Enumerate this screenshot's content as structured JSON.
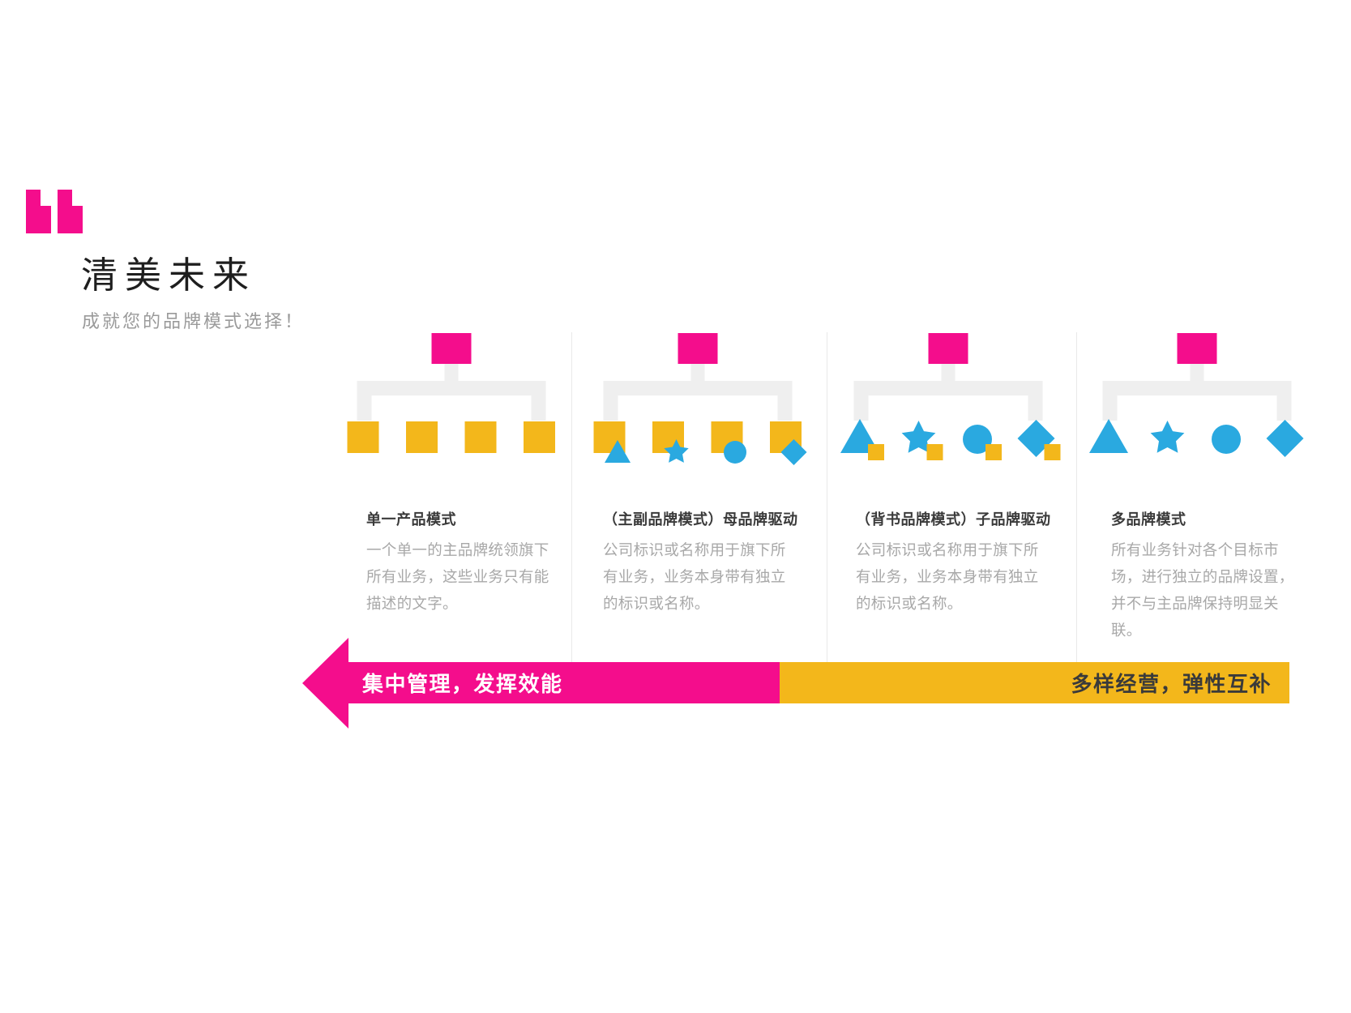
{
  "header": {
    "title": "清美未来",
    "subtitle": "成就您的品牌模式选择！"
  },
  "columns": [
    {
      "heading": "单一产品模式",
      "description": "一个单一的主品牌统领旗下\n所有业务，这些业务只有能\n描述的文字。",
      "tree": {
        "parent": "pink-rectangle",
        "children": [
          "yellow-square",
          "yellow-square",
          "yellow-square",
          "yellow-square"
        ],
        "badges": []
      }
    },
    {
      "heading": "（主副品牌模式）母品牌驱动",
      "description": "公司标识或名称用于旗下所\n有业务，业务本身带有独立\n的标识或名称。",
      "tree": {
        "parent": "pink-rectangle",
        "children": [
          "yellow-square",
          "yellow-square",
          "yellow-square",
          "yellow-square"
        ],
        "badges": [
          "blue-triangle",
          "blue-star",
          "blue-circle",
          "blue-diamond"
        ]
      }
    },
    {
      "heading": "（背书品牌模式）子品牌驱动",
      "description": "公司标识或名称用于旗下所\n有业务，业务本身带有独立\n的标识或名称。",
      "tree": {
        "parent": "pink-rectangle",
        "children": [
          "blue-triangle",
          "blue-star",
          "blue-circle",
          "blue-diamond"
        ],
        "badges": [
          "yellow-square",
          "yellow-square",
          "yellow-square",
          "yellow-square"
        ]
      }
    },
    {
      "heading": "多品牌模式",
      "description": "所有业务针对各个目标市\n场，进行独立的品牌设置，\n并不与主品牌保持明显关\n联。",
      "tree": {
        "parent": "pink-rectangle",
        "children": [
          "blue-triangle",
          "blue-star",
          "blue-circle",
          "blue-diamond"
        ],
        "badges": []
      }
    }
  ],
  "banners": {
    "left": {
      "label": "集中管理，发挥效能"
    },
    "right": {
      "label": "多样经营，弹性互补"
    }
  },
  "colors": {
    "pink": "#F40D8C",
    "yellow": "#F3B71B",
    "blue": "#2AA9E0",
    "connector": "#EFEFEF",
    "divider": "#E9E9E9",
    "title_text": "#1E1E1E",
    "subtitle_text": "#9A9A9A",
    "heading_text": "#3A3A3A",
    "body_text": "#A8A8A8",
    "banner_pink_text": "#FFFFFF",
    "banner_yellow_text": "#3A3A3A"
  }
}
